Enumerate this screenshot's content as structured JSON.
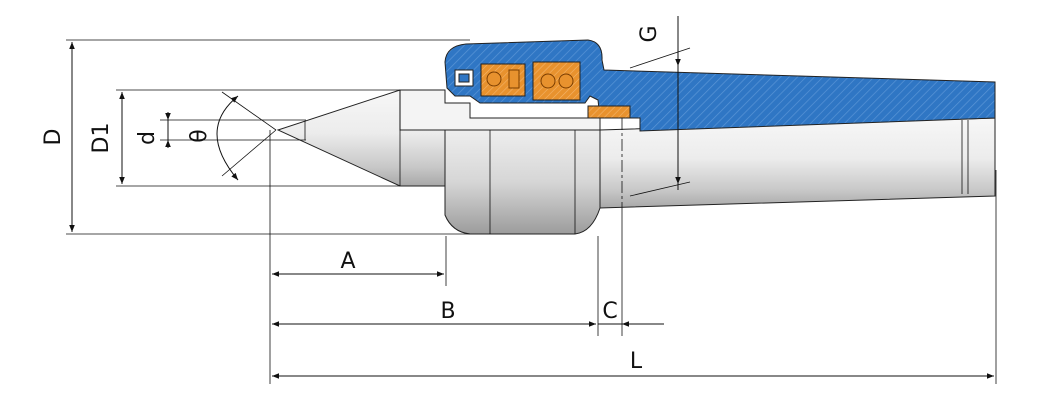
{
  "diagram": {
    "labels": {
      "A": "A",
      "B": "B",
      "C": "C",
      "D": "D",
      "D1": "D1",
      "d": "d",
      "theta": "θ",
      "G": "G",
      "L": "L"
    },
    "colors": {
      "housing": "#2f76c4",
      "bearing": "#e8922e",
      "steel_light": "#f2f2f2",
      "steel_mid": "#c9c9c9",
      "steel_dark": "#9a9a9a",
      "line": "#111111"
    }
  }
}
